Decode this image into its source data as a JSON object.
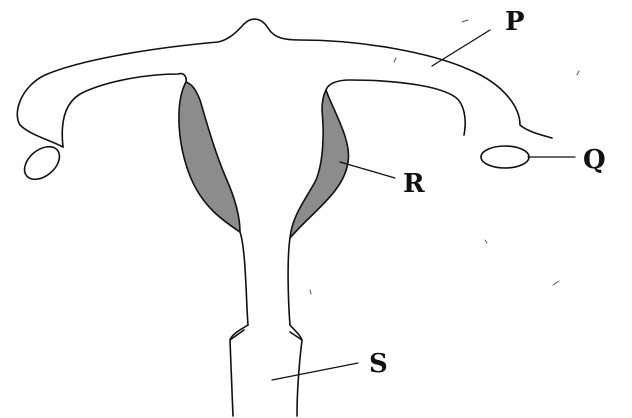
{
  "labels": {
    "P": "P",
    "Q": "Q",
    "R": "R",
    "S": "S"
  },
  "colors": {
    "line": "#111111",
    "shading": "#8c8c8c",
    "background": "#ffffff"
  }
}
